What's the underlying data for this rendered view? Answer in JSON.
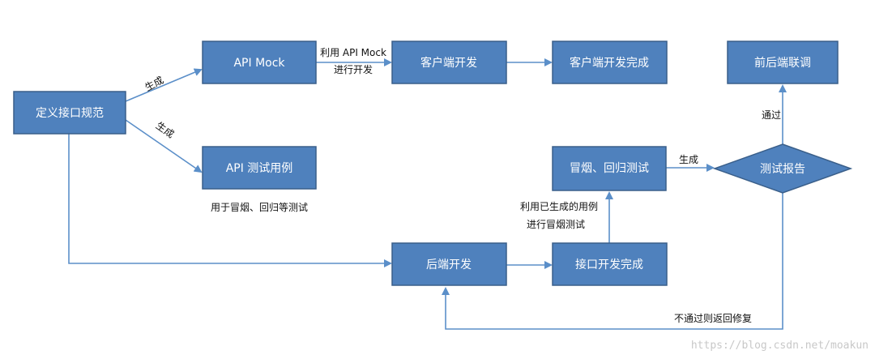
{
  "nodes": {
    "define": "定义接口规范",
    "api_mock": "API Mock",
    "client_dev": "客户端开发",
    "client_done": "客户端开发完成",
    "joint_debug": "前后端联调",
    "api_testcase": "API 测试用例",
    "smoke_test": "冒烟、回归测试",
    "test_report": "测试报告",
    "backend_dev": "后端开发",
    "api_done": "接口开发完成"
  },
  "labels": {
    "gen_top": "生成",
    "gen_bottom": "生成",
    "use_mock_line1": "利用 API Mock",
    "use_mock_line2": "进行开发",
    "testcase_usage": "用于冒烟、回归等测试",
    "use_cases_line1": "利用已生成的用例",
    "use_cases_line2": "进行冒烟测试",
    "gen_report": "生成",
    "pass": "通过",
    "fail_return": "不通过则返回修复"
  },
  "watermark": "https://blog.csdn.net/moakun",
  "colors": {
    "box_fill": "#4f81bd",
    "box_border": "#3a5f8a",
    "arrow": "#5b8fc9",
    "box_text": "#ffffff"
  }
}
